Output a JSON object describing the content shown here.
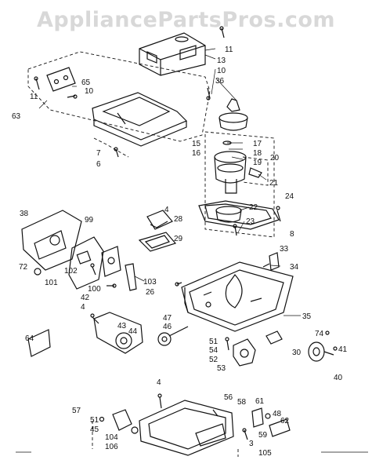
{
  "watermark": "AppliancePartsPros.com",
  "callouts": {
    "c11a": "11",
    "c13": "13",
    "c10a": "10",
    "c36": "36",
    "c65": "65",
    "c10b": "10",
    "c11b": "11",
    "c63": "63",
    "c7": "7",
    "c6": "6",
    "c15": "15",
    "c16": "16",
    "c17": "17",
    "c18": "18",
    "c19": "19",
    "c20": "20",
    "c21": "21",
    "c24": "24",
    "c22": "22",
    "c23": "23",
    "c8": "8",
    "c38": "38",
    "c99": "99",
    "c72": "72",
    "c101": "101",
    "c102": "102",
    "c100": "100",
    "c4a": "4",
    "c28": "28",
    "c29": "29",
    "c33": "33",
    "c34": "34",
    "c103": "103",
    "c26": "26",
    "c35": "35",
    "c42": "42",
    "c4b": "4",
    "c43": "43",
    "c44": "44",
    "c47": "47",
    "c46": "46",
    "c51a": "51",
    "c54": "54",
    "c52": "52",
    "c53": "53",
    "c74": "74",
    "c41": "41",
    "c30": "30",
    "c40": "40",
    "c64": "64",
    "c4c": "4",
    "c57": "57",
    "c51b": "51",
    "c45": "45",
    "c104": "104",
    "c106": "106",
    "c56": "56",
    "c58": "58",
    "c61": "61",
    "c48": "48",
    "c62": "62",
    "c59": "59",
    "c3": "3",
    "c105": "105"
  }
}
